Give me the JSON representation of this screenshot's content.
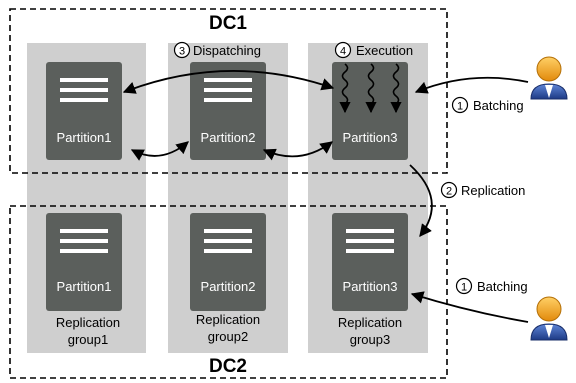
{
  "datacenters": [
    {
      "name": "DC1"
    },
    {
      "name": "DC2"
    }
  ],
  "groups": [
    {
      "caption_line1": "Replication",
      "caption_line2": "group1"
    },
    {
      "caption_line1": "Replication",
      "caption_line2": "group2"
    },
    {
      "caption_line1": "Replication",
      "caption_line2": "group3"
    }
  ],
  "partitions_dc1": [
    "Partition1",
    "Partition2",
    "Partition3"
  ],
  "partitions_dc2": [
    "Partition1",
    "Partition2",
    "Partition3"
  ],
  "steps": {
    "dispatching": {
      "num": "3",
      "label": "Dispatching"
    },
    "execution": {
      "num": "4",
      "label": "Execution"
    },
    "batching_top": {
      "num": "1",
      "label": "Batching"
    },
    "replication": {
      "num": "2",
      "label": "Replication"
    },
    "batching_bottom": {
      "num": "1",
      "label": "Batching"
    }
  },
  "colors": {
    "group_bg": "#cfcfcf",
    "partition_bg": "#5b5f5c",
    "partition_text": "#ffffff",
    "user_head": "#f2a41c",
    "user_body": "#2f4fa3"
  }
}
